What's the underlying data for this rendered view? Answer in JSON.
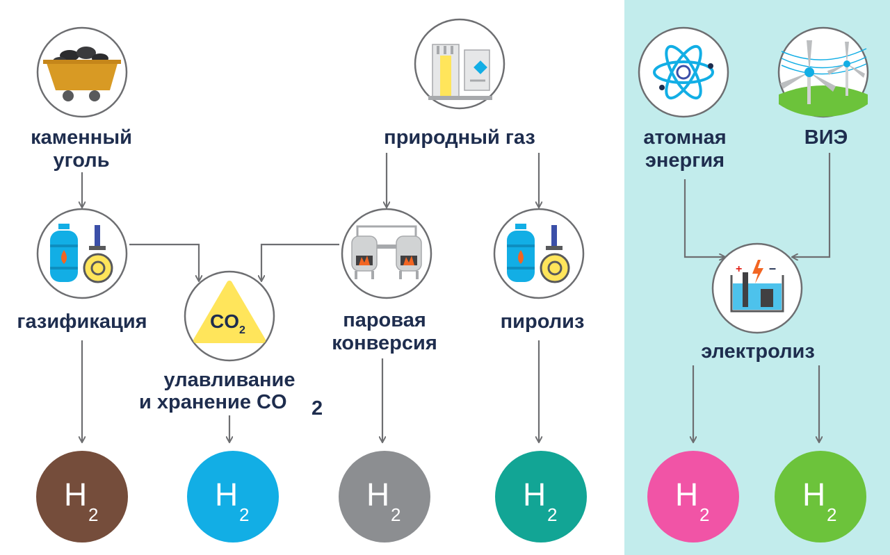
{
  "sources": {
    "coal": "каменный уголь",
    "coal_line1": "каменный",
    "coal_line2": "уголь",
    "gas": "природный газ",
    "nuclear_line1": "атомная",
    "nuclear_line2": "энергия",
    "renewables": "ВИЭ"
  },
  "processes": {
    "gasification": "газификация",
    "steam_line1": "паровая",
    "steam_line2": "конверсия",
    "pyrolysis": "пиролиз",
    "electrolysis": "электролиз",
    "ccs_line1": "улавливание",
    "ccs_line2": "и хранение CO",
    "ccs_sub": "2"
  },
  "co2_badge": {
    "text": "CO",
    "sub": "2"
  },
  "hydrogen": {
    "symbol": "H",
    "sub": "2",
    "colors": {
      "brown": "#754d3b",
      "blue": "#12aee5",
      "gray": "#8c8e91",
      "turquoise": "#12a595",
      "pink": "#f154a6",
      "green": "#6cc33b"
    }
  },
  "colors": {
    "label": "#1e2d4e",
    "arrow": "#6d6e71",
    "clean_panel": "#c2ecec",
    "co2_triangle": "#ffe55b"
  }
}
